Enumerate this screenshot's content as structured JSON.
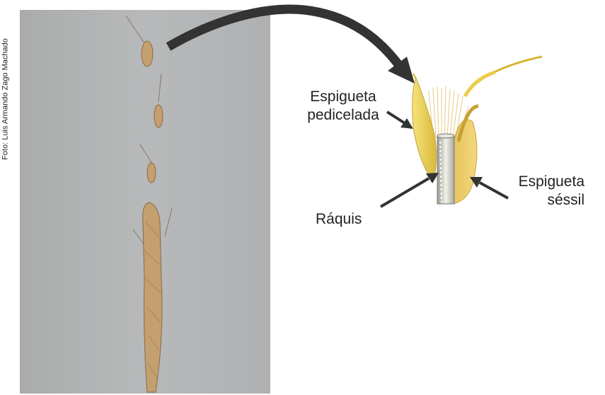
{
  "photo_credit": "Foto: Luis Armando Zago Machado",
  "labels": {
    "pedicelled_line1": "Espigueta",
    "pedicelled_line2": "pedicelada",
    "sessile_line1": "Espigueta",
    "sessile_line2": "séssil",
    "rachis": "Ráquis"
  },
  "colors": {
    "photo_background": "#b3b5b7",
    "spikelet": "#c9a574",
    "glume_light": "#f0de6a",
    "glume_dark": "#d6b52e",
    "arrow": "#333333"
  }
}
